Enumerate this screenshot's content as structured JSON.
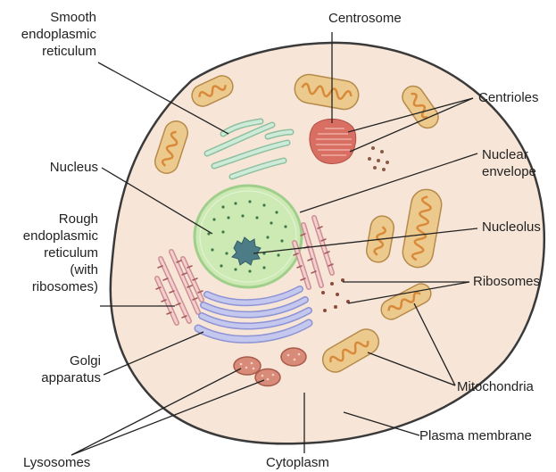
{
  "labels": {
    "smooth_er": "Smooth\nendoplasmic\nreticulum",
    "centrosome": "Centrosome",
    "centrioles": "Centrioles",
    "nuclear_envelope": "Nuclear\nenvelope",
    "nucleus": "Nucleus",
    "rough_er": "Rough\nendoplasmic\nreticulum\n(with\nribosomes)",
    "nucleolus": "Nucleolus",
    "ribosomes": "Ribosomes",
    "golgi": "Golgi\napparatus",
    "mitochondria": "Mitochondria",
    "plasma_membrane": "Plasma membrane",
    "lysosomes": "Lysosomes",
    "cytoplasm": "Cytoplasm"
  },
  "colors": {
    "cytoplasm_fill": "#f7e6d8",
    "membrane_stroke": "#3a3a3a",
    "mitochondria_outer": "#ecc98c",
    "mitochondria_inner": "#e9a552",
    "smooth_er": "#bfe3cf",
    "nucleus_fill": "#cde9b4",
    "nucleolus": "#4c7d86",
    "centrosome": "#d96f62",
    "golgi": "#b9bfe8",
    "rough_er": "#e9b7b8",
    "lysosome": "#d98b7a",
    "leader_line": "#222222"
  }
}
